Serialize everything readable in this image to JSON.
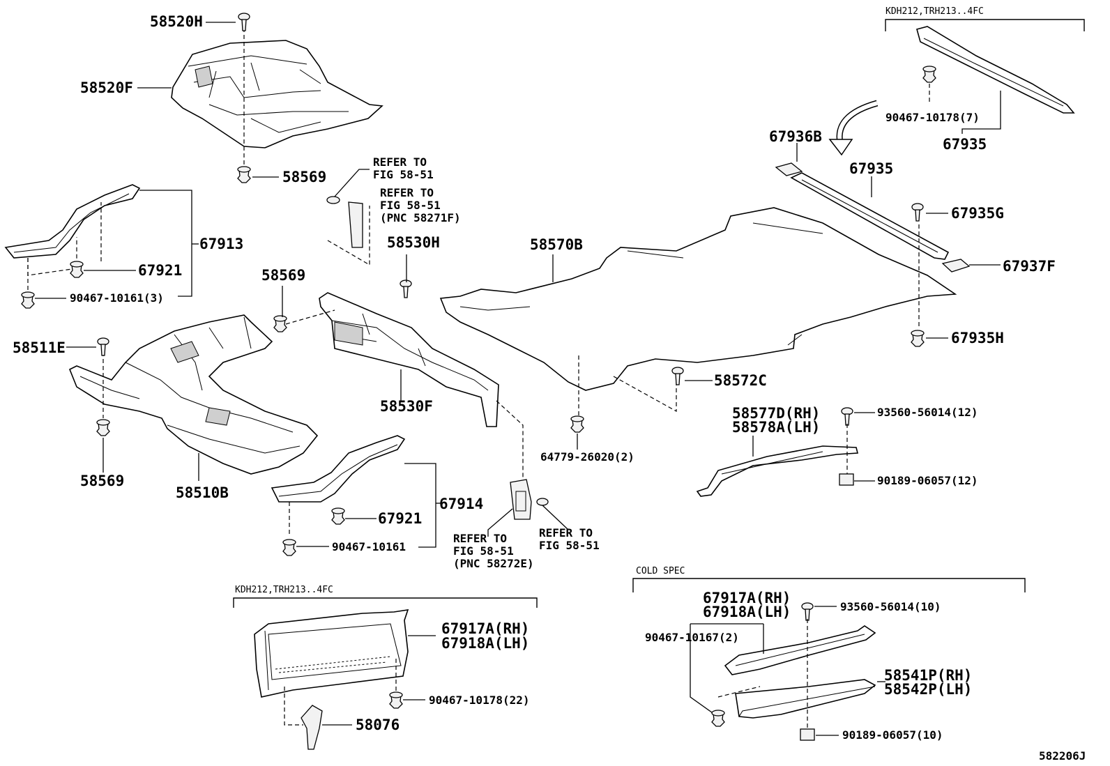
{
  "labels": {
    "p58520H": "58520H",
    "p58520F": "58520F",
    "p58569_top": "58569",
    "p67913": "67913",
    "p67921_left": "67921",
    "p90467_10161_3": "90467-10161(3)",
    "p58569_mid": "58569",
    "p58511E": "58511E",
    "p58569_low": "58569",
    "p58510B": "58510B",
    "refer1_l1": "REFER TO",
    "refer1_l2": "FIG 58-51",
    "refer2_l1": "REFER TO",
    "refer2_l2": "FIG 58-51",
    "refer2_l3": "(PNC 58271F)",
    "p58530H": "58530H",
    "p58530F": "58530F",
    "p67914": "67914",
    "p67921_mid": "67921",
    "p90467_10161": "90467-10161",
    "refer3_l1": "REFER TO",
    "refer3_l2": "FIG 58-51",
    "refer3_l3": "(PNC 58272E)",
    "refer4_l1": "REFER TO",
    "refer4_l2": "FIG 58-51",
    "p58570B": "58570B",
    "p64779": "64779-26020(2)",
    "p58572C": "58572C",
    "p67936B": "67936B",
    "p67935_mid": "67935",
    "p67935G": "67935G",
    "p67937F": "67937F",
    "p67935H": "67935H",
    "kdh_top": "KDH212,TRH213..4FC",
    "p90467_10178_7": "90467-10178(7)",
    "p67935_top": "67935",
    "p58577D": "58577D(RH)",
    "p58578A": "58578A(LH)",
    "p93560_12": "93560-56014(12)",
    "p90189_12": "90189-06057(12)",
    "kdh_bottom": "KDH212,TRH213..4FC",
    "p67917A_bottom": "67917A(RH)",
    "p67918A_bottom": "67918A(LH)",
    "p90467_10178_22": "90467-10178(22)",
    "p58076": "58076",
    "cold_spec": "COLD SPEC",
    "p67917A_cold": "67917A(RH)",
    "p67918A_cold": "67918A(LH)",
    "p93560_10": "93560-56014(10)",
    "p90467_10167_2": "90467-10167(2)",
    "p58541P": "58541P(RH)",
    "p58542P": "58542P(LH)",
    "p90189_10": "90189-06057(10)",
    "figure_id": "582206J"
  }
}
